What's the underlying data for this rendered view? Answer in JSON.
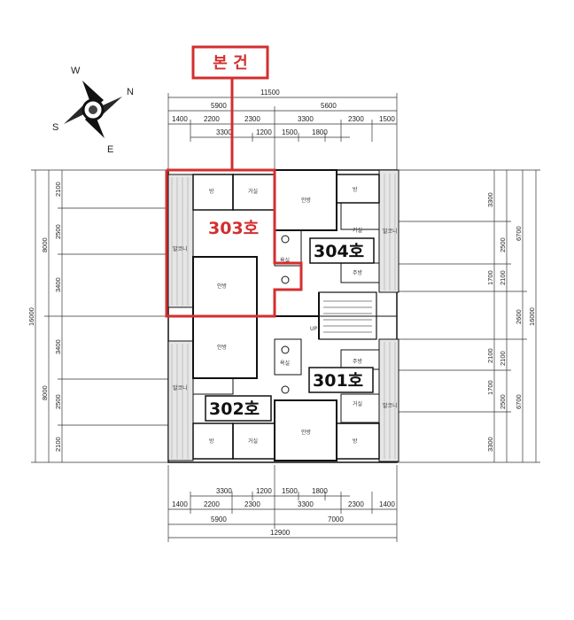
{
  "callout": {
    "label": "본 건",
    "color": "#d32f2f"
  },
  "compass": {
    "n": "N",
    "s": "S",
    "e": "E",
    "w": "W"
  },
  "dims_top": {
    "total": "11500",
    "row1": [
      "5900",
      "5600"
    ],
    "row2": [
      "1400",
      "2200",
      "2300",
      "3300",
      "2300",
      "1500"
    ],
    "row3": [
      "3300",
      "1200",
      "1500",
      "1800"
    ]
  },
  "dims_bottom": {
    "row1": [
      "3300",
      "1200",
      "1500",
      "1800"
    ],
    "row2": [
      "1400",
      "2200",
      "2300",
      "3300",
      "2300",
      "1400"
    ],
    "row3": [
      "5900",
      "7000"
    ],
    "total": "12900"
  },
  "dims_left": {
    "total": "16000",
    "upper": "8000",
    "lower": "8000",
    "segments": [
      "2100",
      "2500",
      "3400",
      "3400",
      "2500",
      "2100"
    ]
  },
  "dims_right": {
    "total": "16000",
    "upper": "6700",
    "middle": "2600",
    "lower": "6700",
    "segments": [
      "3300",
      "2500",
      "1700",
      "2100",
      "1700",
      "2500",
      "3300"
    ],
    "inner": [
      "2100",
      "2100"
    ]
  },
  "units": [
    {
      "label": "303호",
      "color": "#d32f2f"
    },
    {
      "label": "304호",
      "color": "#111111"
    },
    {
      "label": "301호",
      "color": "#111111"
    },
    {
      "label": "302호",
      "color": "#111111"
    }
  ],
  "rooms": {
    "bed": "방",
    "living": "거실",
    "bedroom_big": "안방",
    "balcony": "발코니",
    "kitchen": "주방",
    "bath": "욕실",
    "stair_up": "UP"
  }
}
